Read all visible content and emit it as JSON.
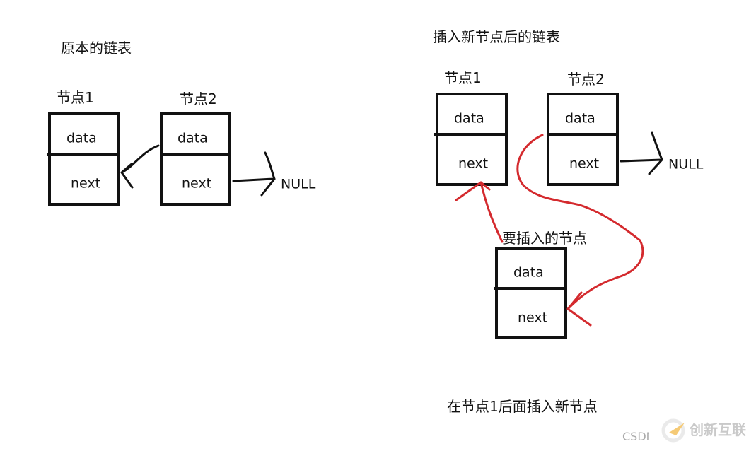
{
  "left": {
    "title": "原本的链表",
    "node1": {
      "label": "节点1",
      "data": "data",
      "next": "next"
    },
    "node2": {
      "label": "节点2",
      "data": "data",
      "next": "next"
    },
    "null": "NULL"
  },
  "right": {
    "title": "插入新节点后的链表",
    "node1": {
      "label": "节点1",
      "data": "data",
      "next": "next"
    },
    "node2": {
      "label": "节点2",
      "data": "data",
      "next": "next"
    },
    "null": "NULL",
    "new_node": {
      "label": "要插入的节点",
      "data": "data",
      "next": "next"
    },
    "caption": "在节点1后面插入新节点"
  },
  "watermark": {
    "csdn": "CSDN",
    "brand": "创新互联"
  },
  "colors": {
    "ink": "#111111",
    "arrow": "#d42a2e",
    "logo": "#f0a81c"
  }
}
